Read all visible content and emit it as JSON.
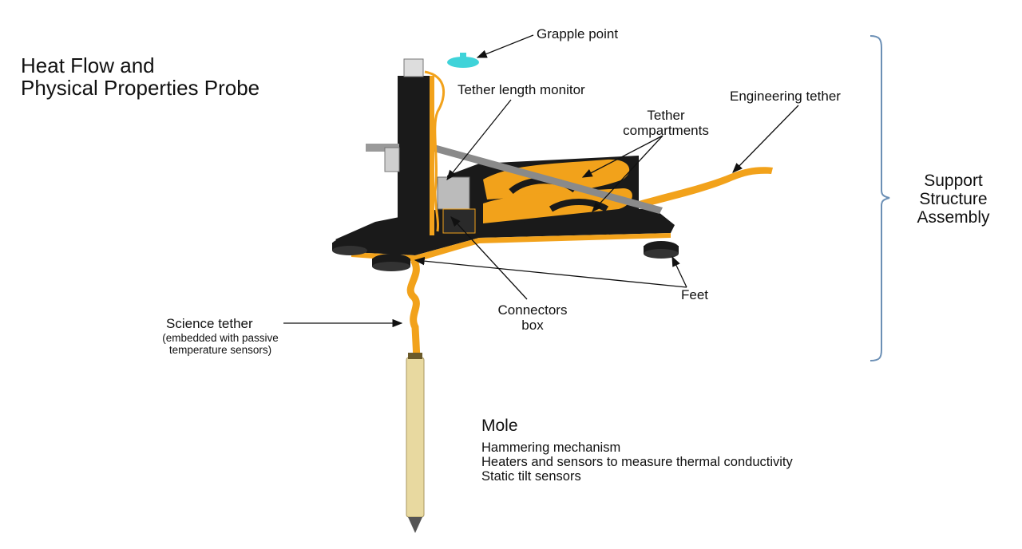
{
  "title": {
    "line1": "Heat Flow and",
    "line2": "Physical Properties Probe"
  },
  "labels": {
    "grapple_point": "Grapple point",
    "tether_length_monitor": "Tether length monitor",
    "tether_compartments_1": "Tether",
    "tether_compartments_2": "compartments",
    "engineering_tether": "Engineering tether",
    "support_structure_1": "Support",
    "support_structure_2": "Structure",
    "support_structure_3": "Assembly",
    "connectors_box_1": "Connectors",
    "connectors_box_2": "box",
    "feet": "Feet",
    "science_tether": "Science tether",
    "science_tether_note_1": "(embedded with passive",
    "science_tether_note_2": "temperature sensors)"
  },
  "mole": {
    "heading": "Mole",
    "items": [
      "Hammering mechanism",
      "Heaters and sensors to measure thermal conductivity",
      "Static tilt sensors"
    ]
  },
  "colors": {
    "orange": "#f2a21b",
    "black": "#1a1a1a",
    "tan": "#e8d9a0",
    "cyan": "#3fd3d9",
    "bracket": "#6b8fb5"
  }
}
